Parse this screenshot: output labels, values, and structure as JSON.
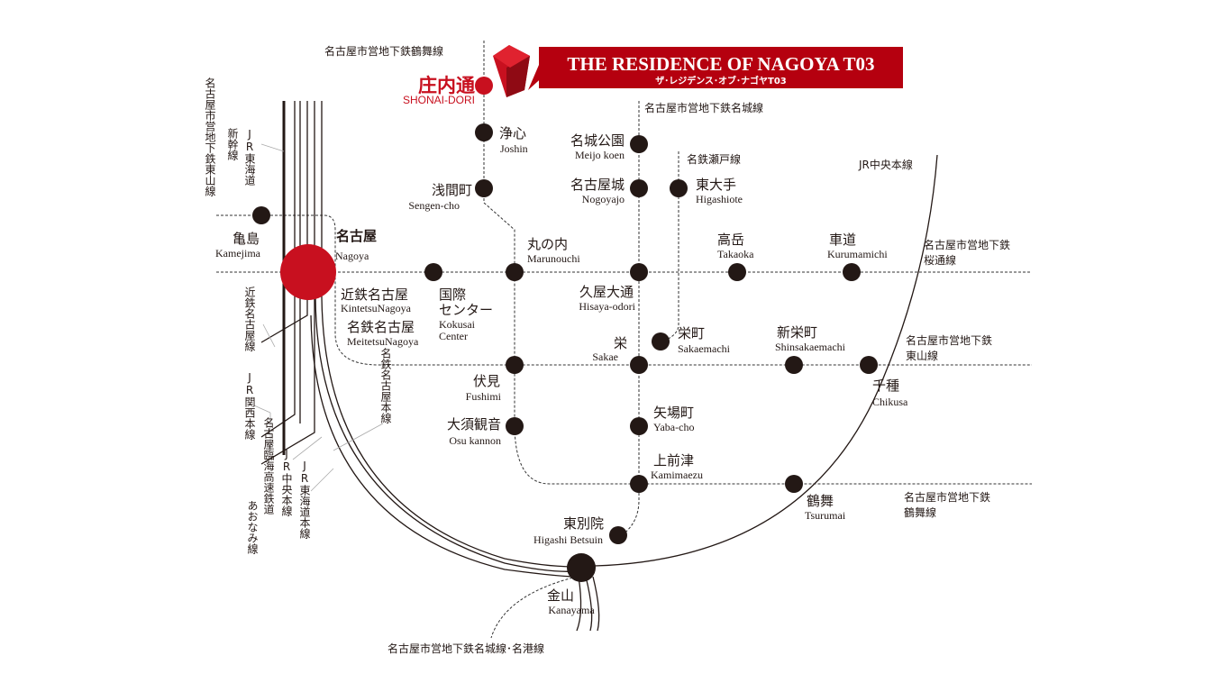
{
  "title": {
    "en": "THE RESIDENCE OF NAGOYA T03",
    "jp": "ザ･レジデンス･オブ･ナゴヤT03"
  },
  "colors": {
    "accent": "#c8101f",
    "ink": "#231815"
  },
  "featured_station": {
    "jp": "庄内通",
    "en": "SHONAI-DORI"
  },
  "stations": {
    "joshin": {
      "jp": "浄心",
      "en": "Joshin"
    },
    "sengencho": {
      "jp": "浅間町",
      "en": "Sengen-cho"
    },
    "meijokoen": {
      "jp": "名城公園",
      "en": "Meijo koen"
    },
    "nagoyajo": {
      "jp": "名古屋城",
      "en": "Nogoyajo"
    },
    "higashiote": {
      "jp": "東大手",
      "en": "Higashiote"
    },
    "kamejima": {
      "jp": "亀島",
      "en": "Kamejima"
    },
    "nagoya": {
      "jp": "名古屋",
      "en": "Nagoya"
    },
    "kintetsu": {
      "jp": "近鉄名古屋",
      "en": "KintetsuNagoya"
    },
    "meitetsu": {
      "jp": "名鉄名古屋",
      "en": "MeitetsuNagoya"
    },
    "kokusai": {
      "jp1": "国際",
      "jp2": "センター",
      "en1": "Kokusai",
      "en2": "Center"
    },
    "marunouchi": {
      "jp": "丸の内",
      "en": "Marunouchi"
    },
    "hisaya": {
      "jp": "久屋大通",
      "en": "Hisaya-odori"
    },
    "takaoka": {
      "jp": "高岳",
      "en": "Takaoka"
    },
    "kurumamichi": {
      "jp": "車道",
      "en": "Kurumamichi"
    },
    "sakaemachi": {
      "jp": "栄町",
      "en": "Sakaemachi"
    },
    "sakae": {
      "jp": "栄",
      "en": "Sakae"
    },
    "shinsakae": {
      "jp": "新栄町",
      "en": "Shinsakaemachi"
    },
    "chikusa": {
      "jp": "千種",
      "en": "Chikusa"
    },
    "fushimi": {
      "jp": "伏見",
      "en": "Fushimi"
    },
    "osu": {
      "jp": "大須観音",
      "en": "Osu kannon"
    },
    "yaba": {
      "jp": "矢場町",
      "en": "Yaba-cho"
    },
    "kamimaezu": {
      "jp": "上前津",
      "en": "Kamimaezu"
    },
    "tsurumai": {
      "jp": "鶴舞",
      "en": "Tsurumai"
    },
    "higashibetsuin": {
      "jp": "東別院",
      "en": "Higashi Betsuin"
    },
    "kanayama": {
      "jp": "金山",
      "en": "Kanayama"
    }
  },
  "lines": {
    "tsurumai_top": "名古屋市営地下鉄鶴舞線",
    "meijo": "名古屋市営地下鉄名城線",
    "seto": "名鉄瀬戸線",
    "jr_chuo": "JR中央本線",
    "sakuradori_1": "名古屋市営地下鉄",
    "sakuradori_2": "桜通線",
    "higashiyama_1": "名古屋市営地下鉄",
    "higashiyama_2": "東山線",
    "tsurumai_1": "名古屋市営地下鉄",
    "tsurumai_2": "鶴舞線",
    "meiko": "名古屋市営地下鉄名城線･名港線",
    "v_higashiyama": "名古屋市営地下鉄東山線",
    "v_shinkansen": "新幹線",
    "v_jr_tokaido": "JR東海道",
    "v_kintetsu": "近鉄名古屋線",
    "v_kansai": "JR関西本線",
    "v_rinkai": "名古屋臨海高速鉄道",
    "v_aonami": "あおなみ線",
    "v_chuo": "JR中央本線",
    "v_tokaido_main": "JR東海道本線",
    "v_meitetsu_main": "名鉄名古屋本線"
  }
}
